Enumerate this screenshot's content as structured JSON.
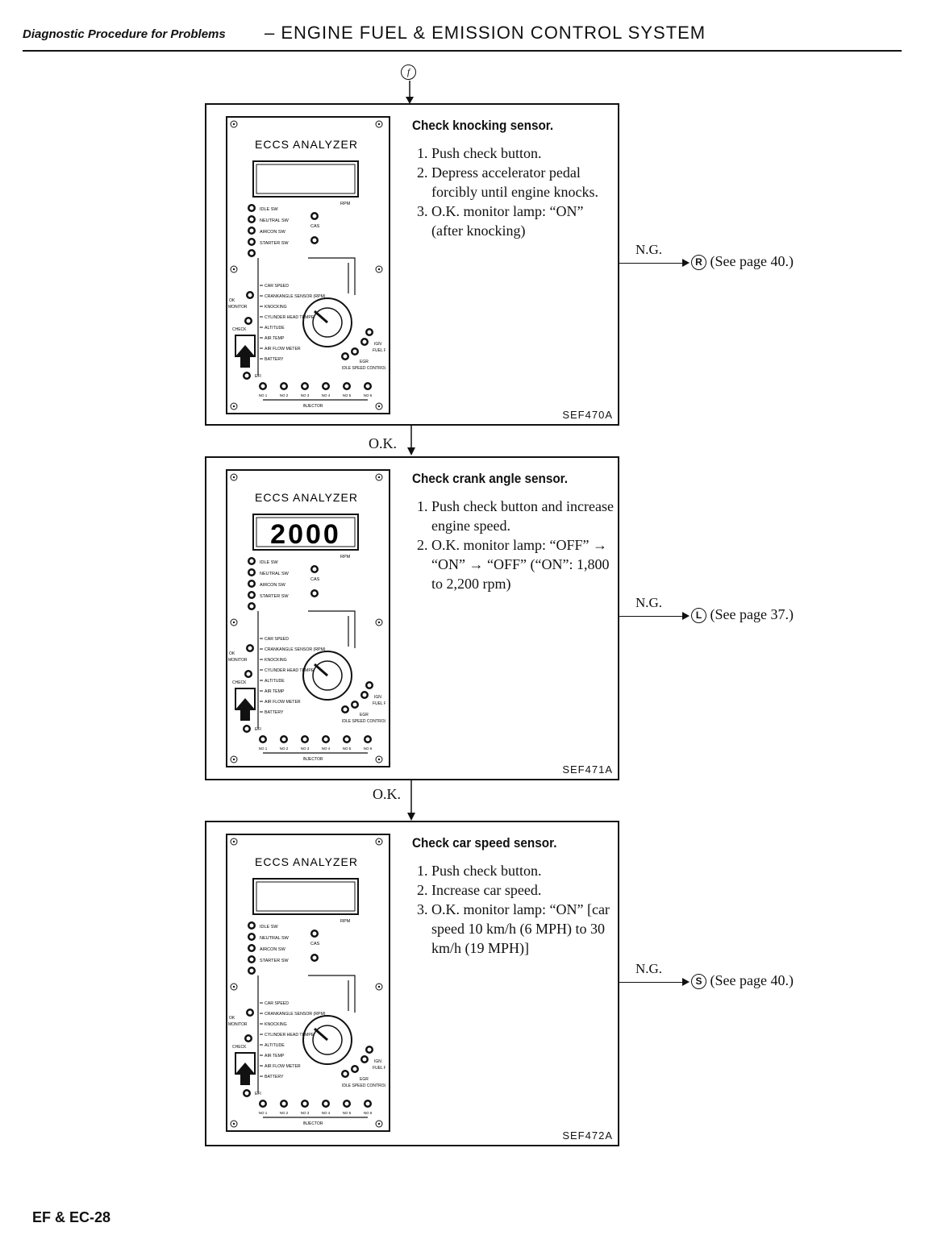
{
  "header": {
    "section": "Diagnostic Procedure for Problems",
    "system": "– ENGINE FUEL & EMISSION CONTROL SYSTEM"
  },
  "connector_top": "f",
  "analyzer_labels": {
    "title": "ECCS ANALYZER",
    "idle": "IDLE SW",
    "neutral": "NEUTRAL SW",
    "aircon": "AIRCON SW",
    "starter": "STARTER SW",
    "rpm": "RPM",
    "cas": "CAS",
    "ok_monitor": "OK MONITOR",
    "check": "CHECK",
    "efi": "EFI",
    "injector": "INJECTOR",
    "items": [
      "CAR SPEED",
      "CRANKANGLE SENSOR (RPM)",
      "KNOCKING",
      "CYLINDER HEAD TEMPERATURE",
      "ALTITUDE",
      "AIR TEMP",
      "AIR FLOW METER",
      "BATTERY"
    ],
    "right": [
      "IGN",
      "FUEL PUMP",
      "EGR",
      "IDLE SPEED CONTROL"
    ],
    "nozzles": [
      "NO 1",
      "NO 2",
      "NO 3",
      "NO 4",
      "NO 5",
      "NO 6"
    ]
  },
  "blocks": [
    {
      "display": "",
      "title": "Check knocking sensor.",
      "steps": [
        "Push check button.",
        "Depress accelerator pedal forcibly until engine knocks.",
        "O.K. monitor lamp: “ON” (after knocking)"
      ],
      "code": "SEF470A",
      "ng_label": "N.G.",
      "ng_target": "R",
      "ng_page": "(See page 40.)"
    },
    {
      "display": "2000",
      "title": "Check crank angle sensor.",
      "steps": [
        "Push check button and increase engine speed.",
        "O.K. monitor lamp: “OFF” → “ON” → “OFF” (“ON”: 1,800 to 2,200 rpm)"
      ],
      "code": "SEF471A",
      "ng_label": "N.G.",
      "ng_target": "L",
      "ng_page": "(See page 37.)"
    },
    {
      "display": "",
      "title": "Check car speed sensor.",
      "steps": [
        "Push check button.",
        "Increase car speed.",
        "O.K. monitor lamp: “ON” [car speed 10 km/h (6 MPH) to 30 km/h (19 MPH)]"
      ],
      "code": "SEF472A",
      "ng_label": "N.G.",
      "ng_target": "S",
      "ng_page": "(See page 40.)"
    }
  ],
  "ok_labels": [
    "O.K.",
    "O.K."
  ],
  "footer": "EF & EC-28"
}
